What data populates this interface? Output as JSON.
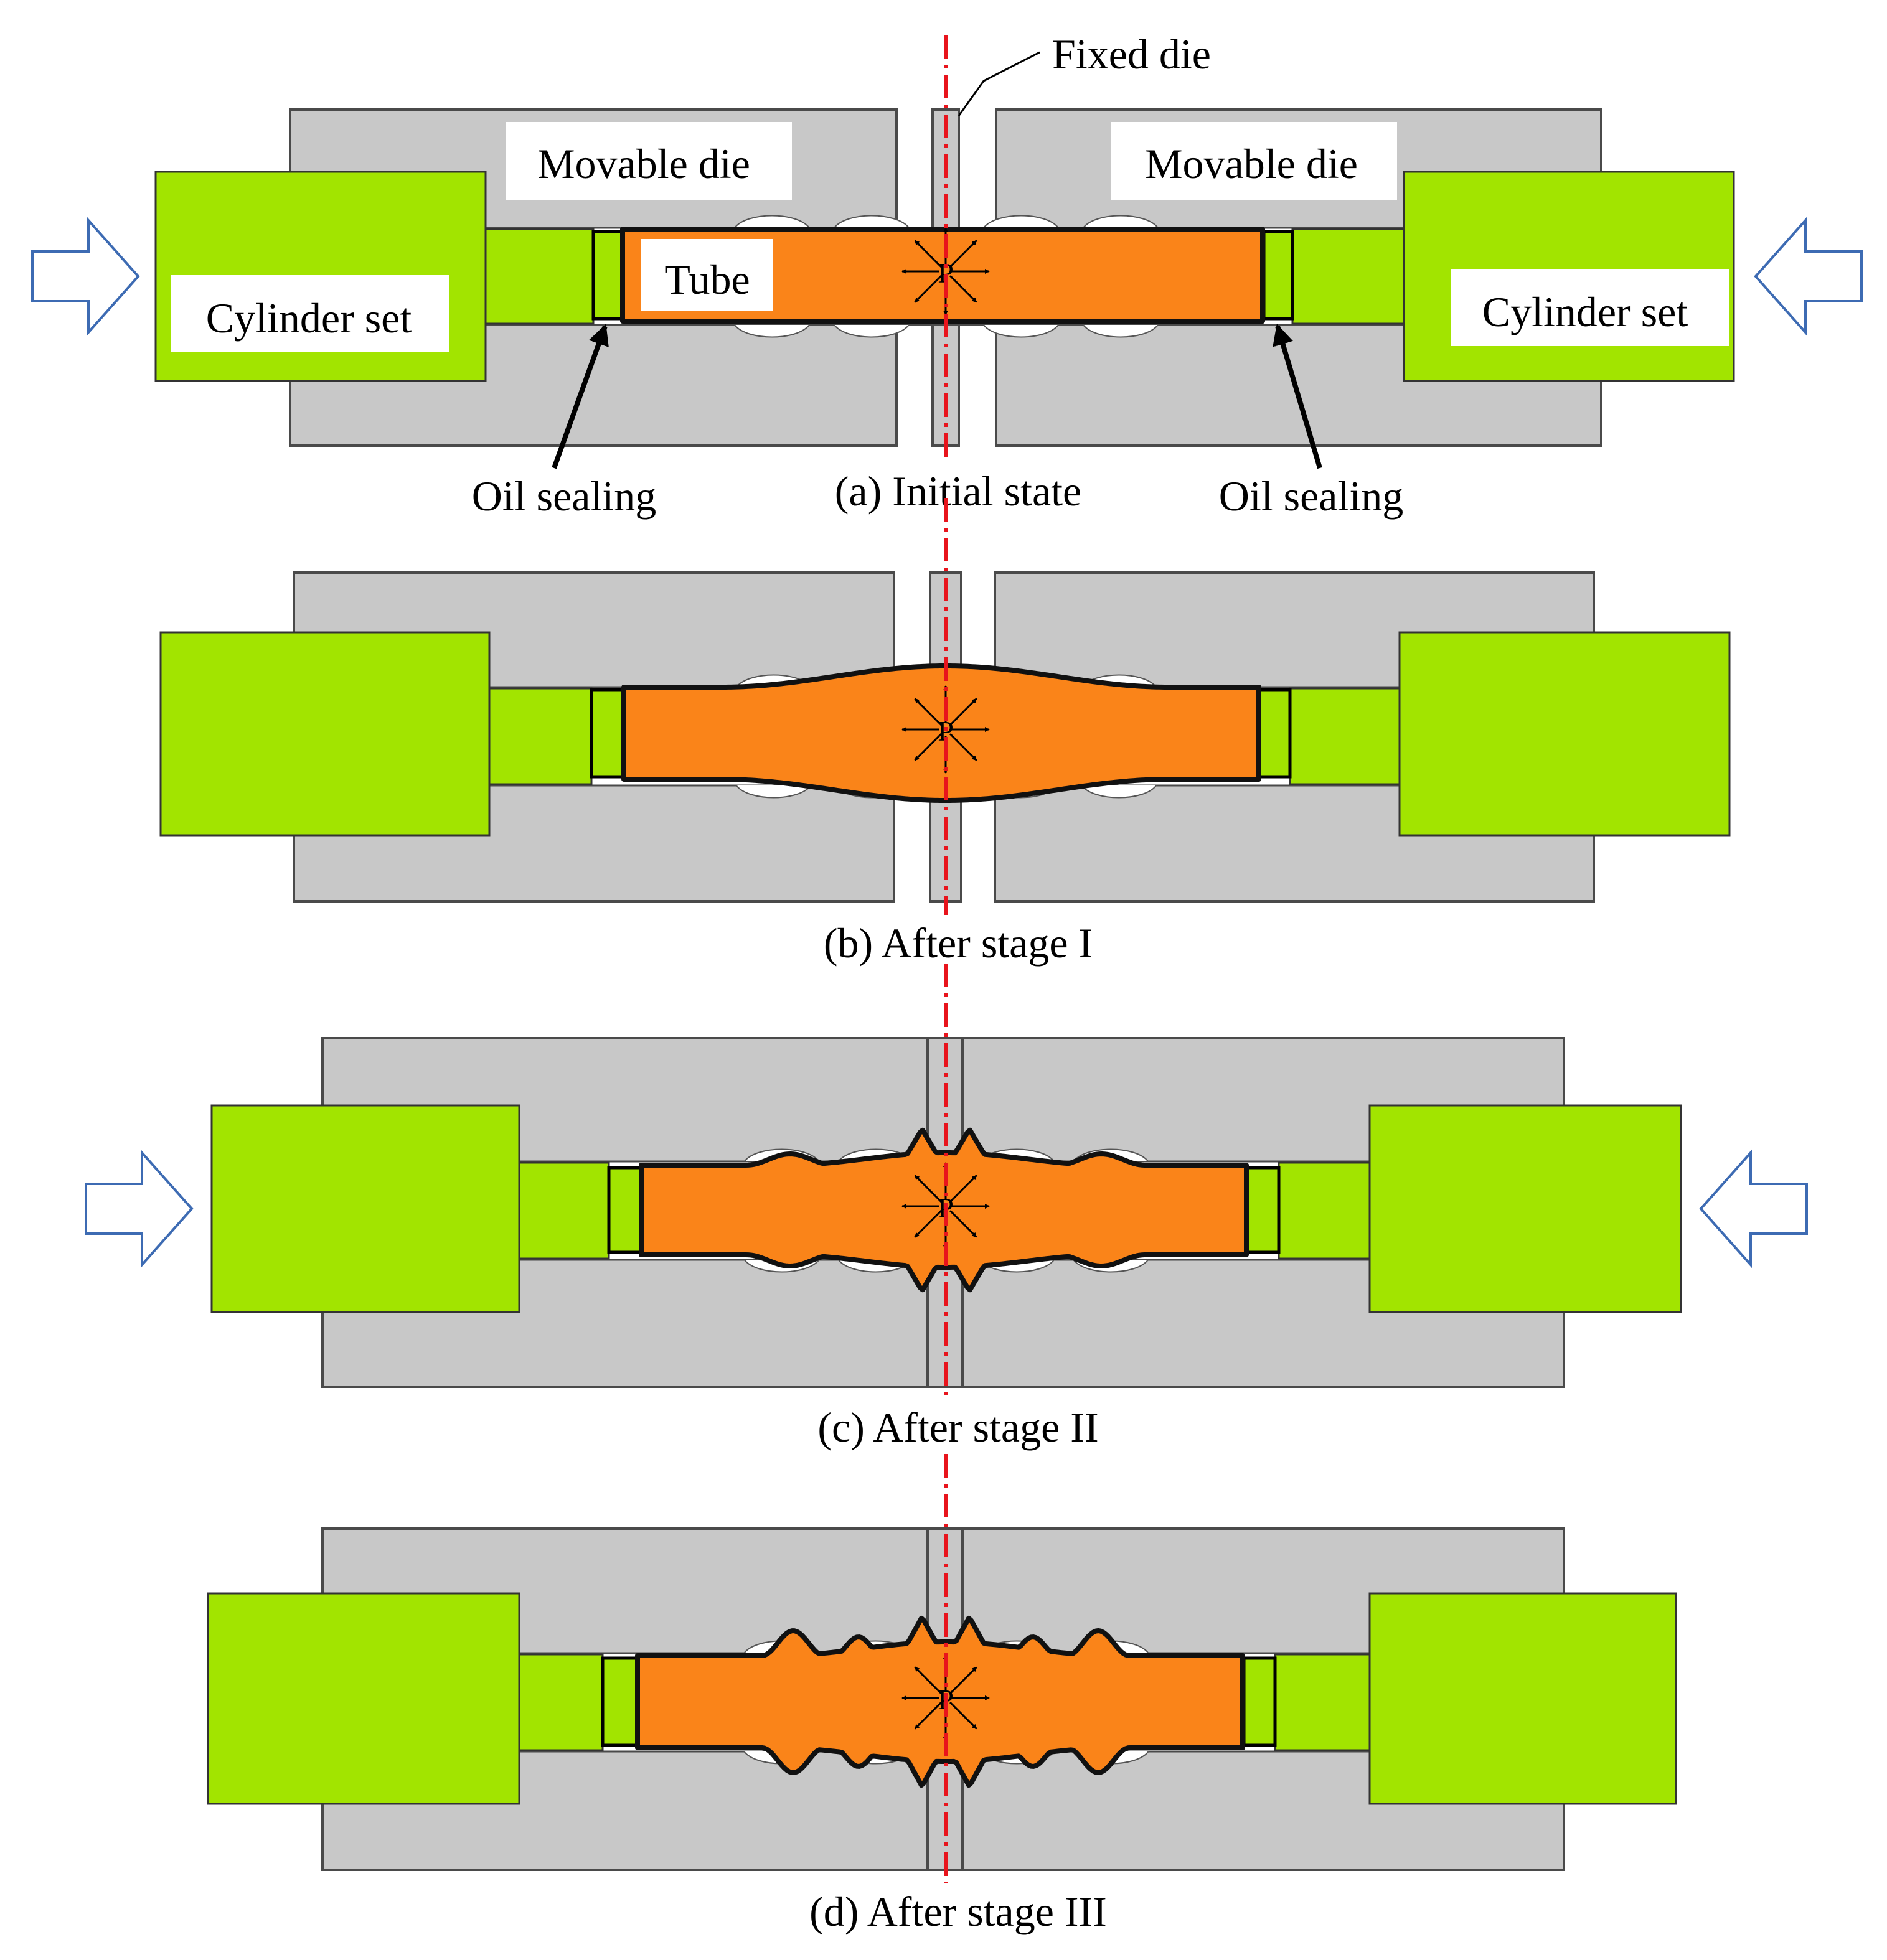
{
  "labels": {
    "fixed_die": "Fixed die",
    "movable_die": "Movable die",
    "tube": "Tube",
    "cylinder_set": "Cylinder set",
    "oil_sealing": "Oil sealing",
    "pressure": "P"
  },
  "captions": {
    "a": "(a) Initial state",
    "b": "(b) After stage I",
    "c": "(c) After stage II",
    "d": "(d) After stage III"
  },
  "colors": {
    "die": "#c8c8c8",
    "die_stroke": "#4a4a4a",
    "cylinder": "#a2e400",
    "tube": "#fa8419",
    "centerline": "#e8141c",
    "push_arrow": "#3d6bb3",
    "label_bg": "#ffffff"
  },
  "icons": {
    "push_arrow": "hollow-right-arrow",
    "pressure_arrows": "radial-arrows"
  }
}
